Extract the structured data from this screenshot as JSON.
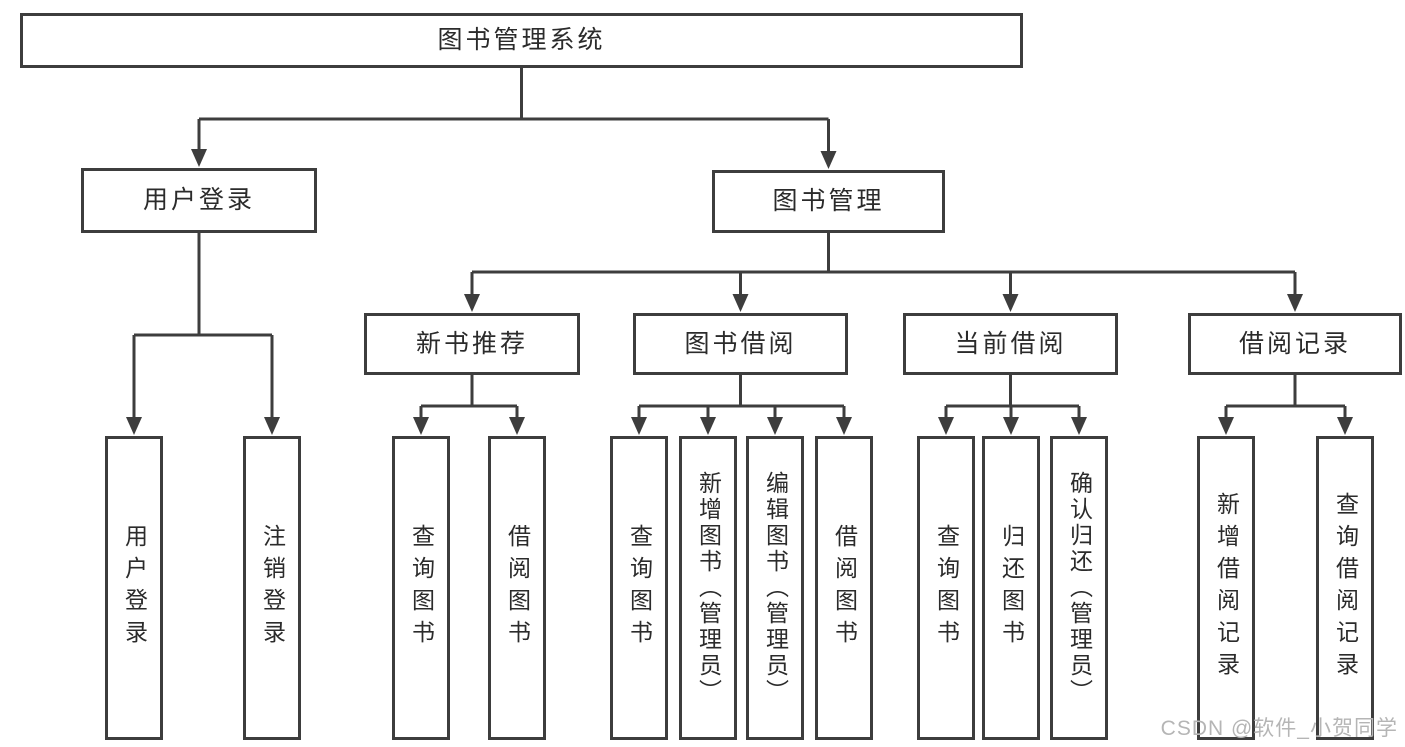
{
  "colors": {
    "line": "#3d3d3d",
    "box_border": "#3d3d3d",
    "text": "#2b2b2b",
    "background": "#ffffff",
    "watermark_text": "#b5b5b5"
  },
  "watermark": {
    "text": "CSDN @软件_小贺同学"
  },
  "tree": {
    "id": "root",
    "label": "图书管理系统",
    "children": [
      {
        "id": "user-login",
        "label": "用户登录",
        "children": [
          {
            "id": "leaf-user-login",
            "label": "用户登录"
          },
          {
            "id": "leaf-logout",
            "label": "注销登录"
          }
        ]
      },
      {
        "id": "book-mgmt",
        "label": "图书管理",
        "children": [
          {
            "id": "new-book-rec",
            "label": "新书推荐",
            "children": [
              {
                "id": "leaf-nbr-query",
                "label": "查询图书"
              },
              {
                "id": "leaf-nbr-borrow",
                "label": "借阅图书"
              }
            ]
          },
          {
            "id": "book-borrow",
            "label": "图书借阅",
            "children": [
              {
                "id": "leaf-bb-query",
                "label": "查询图书"
              },
              {
                "id": "leaf-bb-add",
                "label": "新增图书（管理员）"
              },
              {
                "id": "leaf-bb-edit",
                "label": "编辑图书（管理员）"
              },
              {
                "id": "leaf-bb-borrow",
                "label": "借阅图书"
              }
            ]
          },
          {
            "id": "current-borrow",
            "label": "当前借阅",
            "children": [
              {
                "id": "leaf-cb-query",
                "label": "查询图书"
              },
              {
                "id": "leaf-cb-return",
                "label": "归还图书"
              },
              {
                "id": "leaf-cb-confirm",
                "label": "确认归还（管理员）"
              }
            ]
          },
          {
            "id": "borrow-records",
            "label": "借阅记录",
            "children": [
              {
                "id": "leaf-br-add",
                "label": "新增借阅记录"
              },
              {
                "id": "leaf-br-query",
                "label": "查询借阅记录"
              }
            ]
          }
        ]
      }
    ]
  }
}
